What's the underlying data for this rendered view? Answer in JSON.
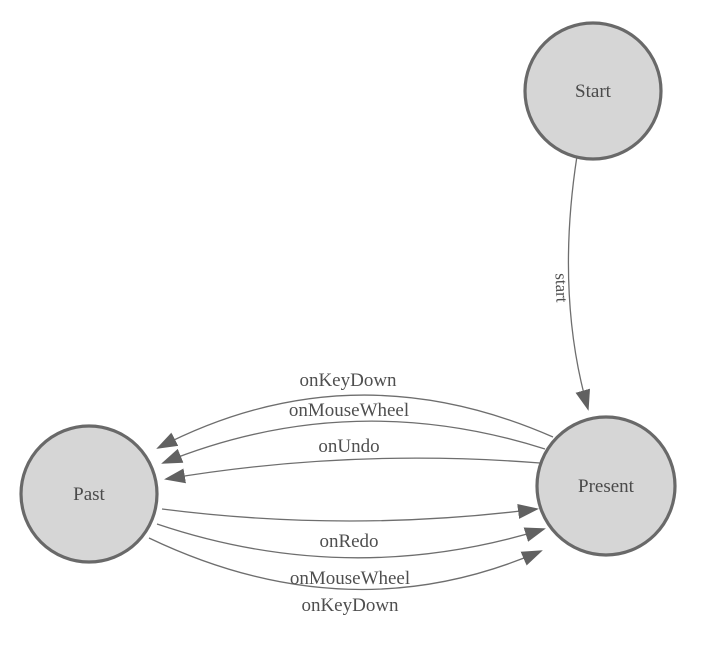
{
  "diagram": {
    "type": "state-machine",
    "background": "#ffffff",
    "colors": {
      "node_fill": "#d6d6d6",
      "node_border": "#696969",
      "edge_line": "#6e6e6e",
      "arrowhead": "#616161",
      "label_text": "#4f4f4f"
    },
    "nodes": [
      {
        "id": "start",
        "label": "Start"
      },
      {
        "id": "present",
        "label": "Present"
      },
      {
        "id": "past",
        "label": "Past"
      }
    ],
    "edges": [
      {
        "id": "start-to-present",
        "from": "Start",
        "to": "Present",
        "label": "start"
      },
      {
        "id": "present-to-past-keydown",
        "from": "Present",
        "to": "Past",
        "label": "onKeyDown"
      },
      {
        "id": "present-to-past-mousewheel",
        "from": "Present",
        "to": "Past",
        "label": "onMouseWheel"
      },
      {
        "id": "present-to-past-undo",
        "from": "Present",
        "to": "Past",
        "label": "onUndo"
      },
      {
        "id": "past-to-present-redo",
        "from": "Past",
        "to": "Present",
        "label": "onRedo"
      },
      {
        "id": "past-to-present-mousewheel",
        "from": "Past",
        "to": "Present",
        "label": "onMouseWheel"
      },
      {
        "id": "past-to-present-keydown",
        "from": "Past",
        "to": "Present",
        "label": "onKeyDown"
      }
    ]
  }
}
